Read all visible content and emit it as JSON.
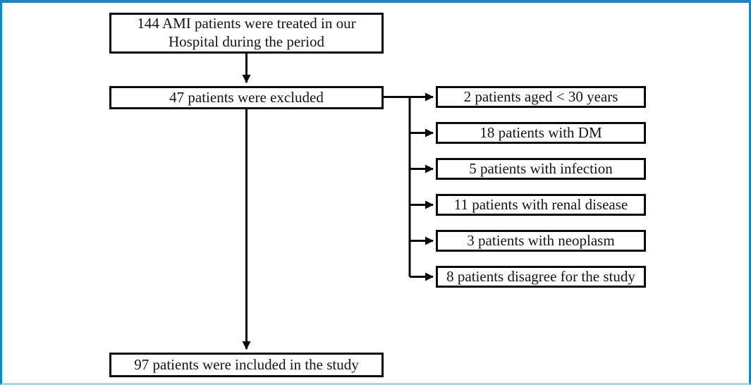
{
  "colors": {
    "frame": "#1685c2",
    "frame_bottom": "#a5d8e5",
    "line": "#0a0a0a",
    "box_border": "#0a0a0a"
  },
  "flowchart": {
    "nodes": {
      "enrolled": {
        "label": "144 AMI patients were treated in our Hospital during the period"
      },
      "excluded": {
        "label": "47 patients were excluded"
      },
      "included": {
        "label": "97 patients were included in the study"
      }
    },
    "exclusion_reasons": [
      {
        "label": "2 patients aged < 30 years"
      },
      {
        "label": "18 patients with DM"
      },
      {
        "label": "5 patients with infection"
      },
      {
        "label": "11 patients with renal disease"
      },
      {
        "label": "3 patients with neoplasm"
      },
      {
        "label": "8 patients disagree for the study"
      }
    ]
  }
}
